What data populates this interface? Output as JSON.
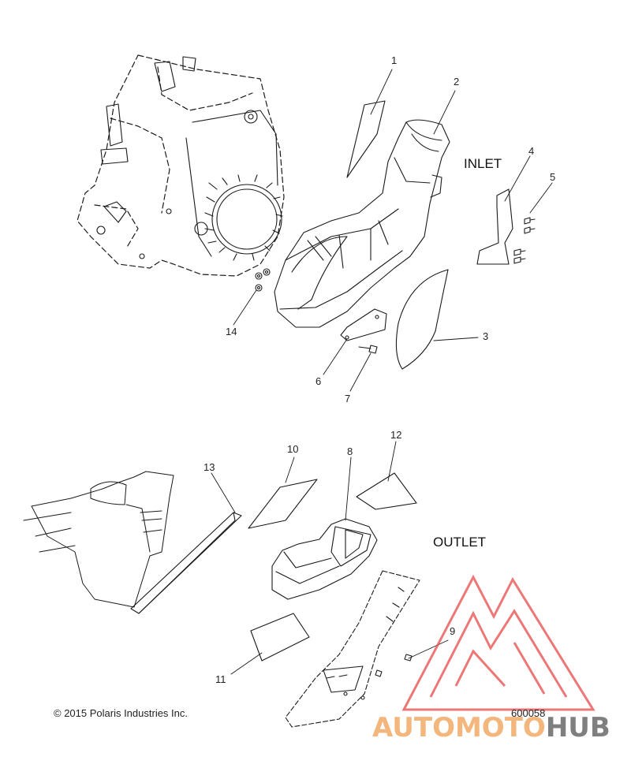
{
  "diagram": {
    "section_labels": {
      "inlet": "INLET",
      "outlet": "OUTLET"
    },
    "callouts": [
      "1",
      "2",
      "3",
      "4",
      "5",
      "6",
      "7",
      "8",
      "9",
      "10",
      "11",
      "12",
      "13",
      "14"
    ],
    "copyright": "© 2015 Polaris Industries Inc.",
    "figure_number": "600058"
  },
  "watermark": {
    "text_part_1": "AUTOMOTO",
    "text_part_2": "HUB",
    "colors": {
      "triangle": "#e84a4a",
      "text_part_1": "#f3b77e",
      "text_part_2": "#7f7f7f"
    }
  }
}
